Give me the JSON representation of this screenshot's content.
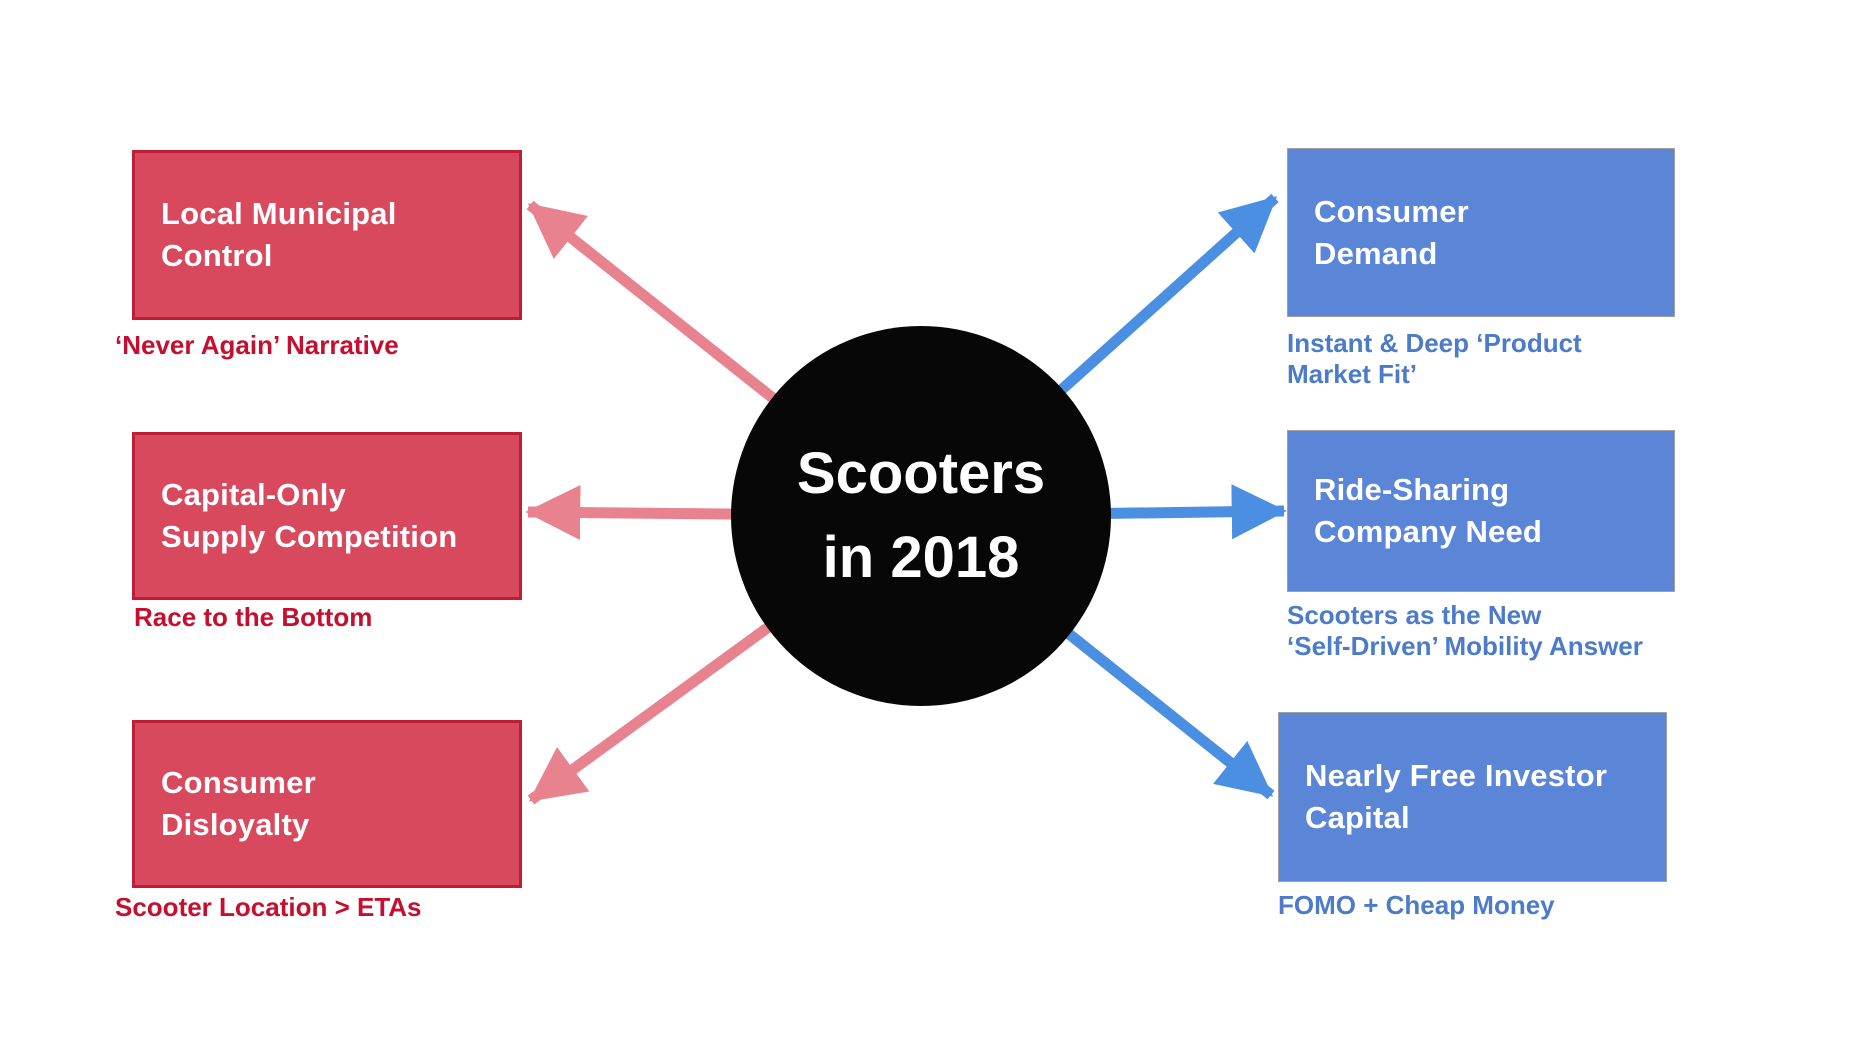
{
  "colors": {
    "page_bg": "#ffffff",
    "circle_fill": "#070707",
    "box_text": "#ffffff",
    "red_fill": "#d8495e",
    "red_border": "#c01e37",
    "red_caption": "#c60f2f",
    "pink_arrow": "#e8828f",
    "blue_fill": "#5b86d8",
    "blue_border": "#a0a0a0",
    "blue_caption": "#4c7bca",
    "blue_arrow": "#4b8fe2"
  },
  "diagram": {
    "center": {
      "label_lines": [
        "Scooters",
        "in 2018"
      ]
    },
    "left_column": {
      "items": [
        {
          "title_lines": [
            "Local Municipal",
            "Control"
          ],
          "caption_lines": [
            "‘Never Again’ Narrative"
          ]
        },
        {
          "title_lines": [
            "Capital-Only",
            "Supply Competition"
          ],
          "caption_lines": [
            "Race to the Bottom"
          ]
        },
        {
          "title_lines": [
            "Consumer",
            "Disloyalty"
          ],
          "caption_lines": [
            "Scooter Location > ETAs"
          ]
        }
      ]
    },
    "right_column": {
      "items": [
        {
          "title_lines": [
            "Consumer",
            "Demand"
          ],
          "caption_lines": [
            "Instant & Deep ‘Product",
            "Market Fit’"
          ]
        },
        {
          "title_lines": [
            "Ride-Sharing",
            "Company Need"
          ],
          "caption_lines": [
            "Scooters as the New",
            "‘Self-Driven’ Mobility Answer"
          ]
        },
        {
          "title_lines": [
            "Nearly Free Investor",
            "Capital"
          ],
          "caption_lines": [
            "FOMO + Cheap Money"
          ]
        }
      ]
    }
  }
}
